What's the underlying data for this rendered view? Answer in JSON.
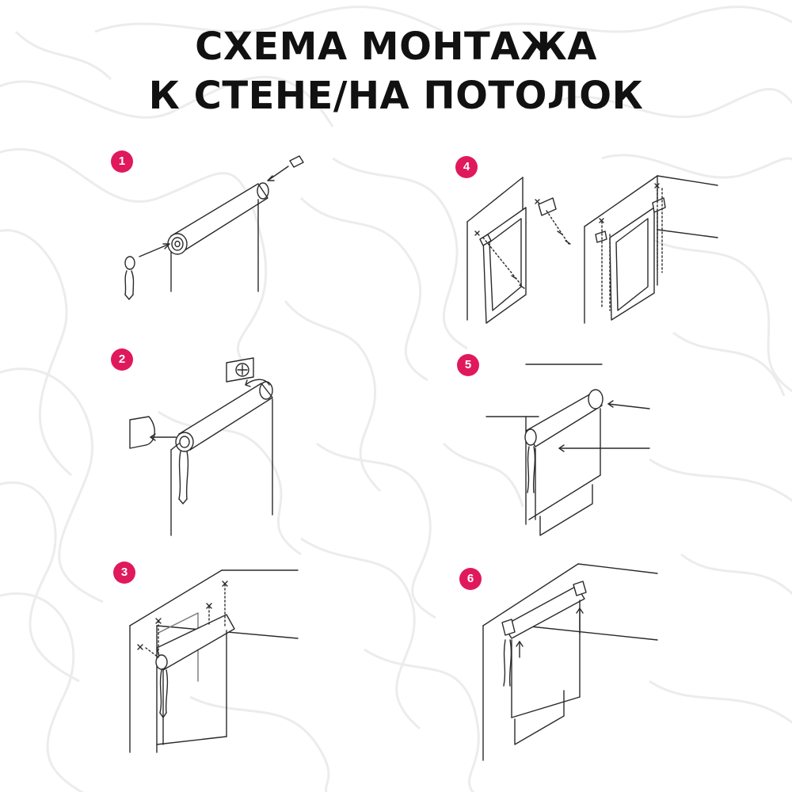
{
  "title": {
    "line1": "СХЕМА МОНТАЖА",
    "line2": "К СТЕНЕ/НА ПОТОЛОК"
  },
  "colors": {
    "badge": "#e0195c",
    "line": "#2a2a2a",
    "contour": "#ececec"
  },
  "steps": [
    {
      "number": "1"
    },
    {
      "number": "2"
    },
    {
      "number": "3"
    },
    {
      "number": "4"
    },
    {
      "number": "5"
    },
    {
      "number": "6"
    }
  ]
}
